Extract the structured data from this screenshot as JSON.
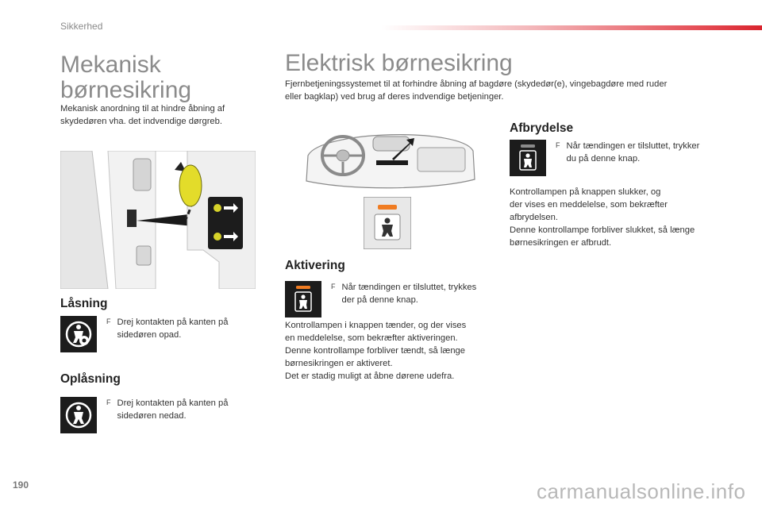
{
  "header": {
    "section": "Sikkerhed"
  },
  "left": {
    "title_line1": "Mekanisk",
    "title_line2": "børnesikring",
    "intro_line1": "Mekanisk anordning til at hindre åbning af",
    "intro_line2": "skydedøren vha. det indvendige dørgreb.",
    "locking": {
      "heading": "Låsning",
      "text_line1": "Drej kontakten på kanten på",
      "text_line2": "sidedøren opad."
    },
    "unlocking": {
      "heading": "Oplåsning",
      "text_line1": "Drej kontakten på kanten på",
      "text_line2": "sidedøren nedad."
    }
  },
  "right": {
    "title": "Elektrisk børnesikring",
    "intro_line1": "Fjernbetjeningssystemet til at forhindre åbning af bagdøre (skydedør(e), vingebagdøre med ruder",
    "intro_line2": "eller bagklap) ved brug af deres indvendige betjeninger.",
    "activation": {
      "heading": "Aktivering",
      "bullet_line1": "Når tændingen er tilsluttet, trykkes",
      "bullet_line2": "der på denne knap.",
      "lines": [
        "Kontrollampen i knappen tænder, og der vises",
        "en meddelelse, som bekræfter aktiveringen.",
        "Denne kontrollampe forbliver tændt, så længe",
        "børnesikringen er aktiveret.",
        "Det er stadig muligt at åbne dørene udefra."
      ]
    },
    "deactivation": {
      "heading": "Afbrydelse",
      "bullet_line1": "Når tændingen er tilsluttet, trykker",
      "bullet_line2": "du på denne knap.",
      "lines": [
        "Kontrollampen på knappen slukker, og",
        "der vises en meddelelse, som bekræfter",
        "afbrydelsen.",
        "Denne kontrollampe forbliver slukket, så længe",
        "børnesikringen er afbrudt."
      ]
    }
  },
  "bullet_glyph": "F",
  "colors": {
    "accent_red": "#d9242e",
    "lamp_orange": "#f07c22",
    "title_gray": "#8b8b8b"
  },
  "footer": {
    "page_number": "190",
    "watermark": "carmanualsonline.info"
  }
}
